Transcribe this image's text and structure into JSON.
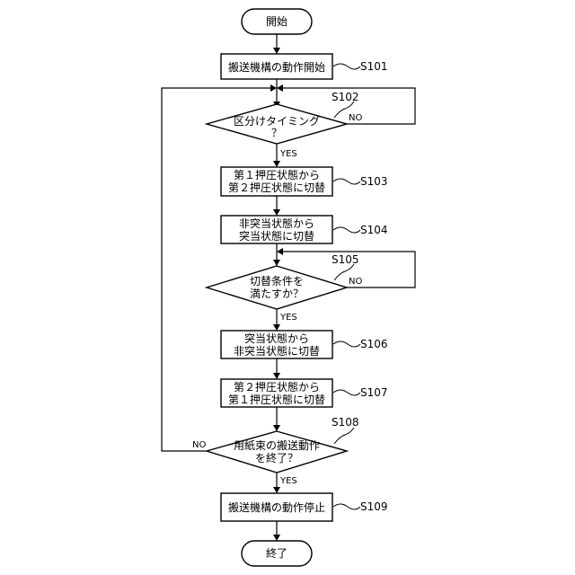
{
  "flowchart": {
    "start": "開始",
    "end": "終了",
    "s101": {
      "id": "S101",
      "text": "搬送機構の動作開始"
    },
    "s102": {
      "id": "S102",
      "line1": "区分けタイミング",
      "line2": "？",
      "yes": "YES",
      "no": "NO"
    },
    "s103": {
      "id": "S103",
      "line1": "第１押圧状態から",
      "line2": "第２押圧状態に切替"
    },
    "s104": {
      "id": "S104",
      "line1": "非突当状態から",
      "line2": "突当状態に切替"
    },
    "s105": {
      "id": "S105",
      "line1": "切替条件を",
      "line2": "満たすか？",
      "yes": "YES",
      "no": "NO"
    },
    "s106": {
      "id": "S106",
      "line1": "突当状態から",
      "line2": "非突当状態に切替"
    },
    "s107": {
      "id": "S107",
      "line1": "第２押圧状態から",
      "line2": "第１押圧状態に切替"
    },
    "s108": {
      "id": "S108",
      "line1": "用紙束の搬送動作",
      "line2": "を終了？",
      "yes": "YES",
      "no": "NO"
    },
    "s109": {
      "id": "S109",
      "text": "搬送機構の動作停止"
    }
  }
}
